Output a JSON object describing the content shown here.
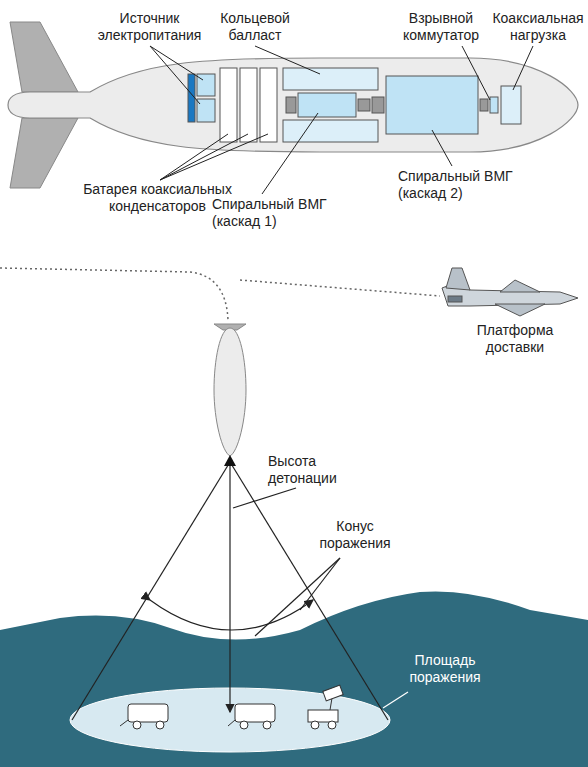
{
  "diagram": {
    "labels": [
      "Источник электропитания",
      "Кольцевой балласт",
      "Взрывной коммутатор",
      "Коаксиальная нагрузка",
      "Батарея коаксиальных конденсаторов",
      "Спиральный ВМГ (каскад 1)",
      "Спиральный ВМГ (каскад 2)",
      "Платформа доставки",
      "Высота детонации",
      "Конус поражения",
      "Площадь поражения"
    ]
  }
}
